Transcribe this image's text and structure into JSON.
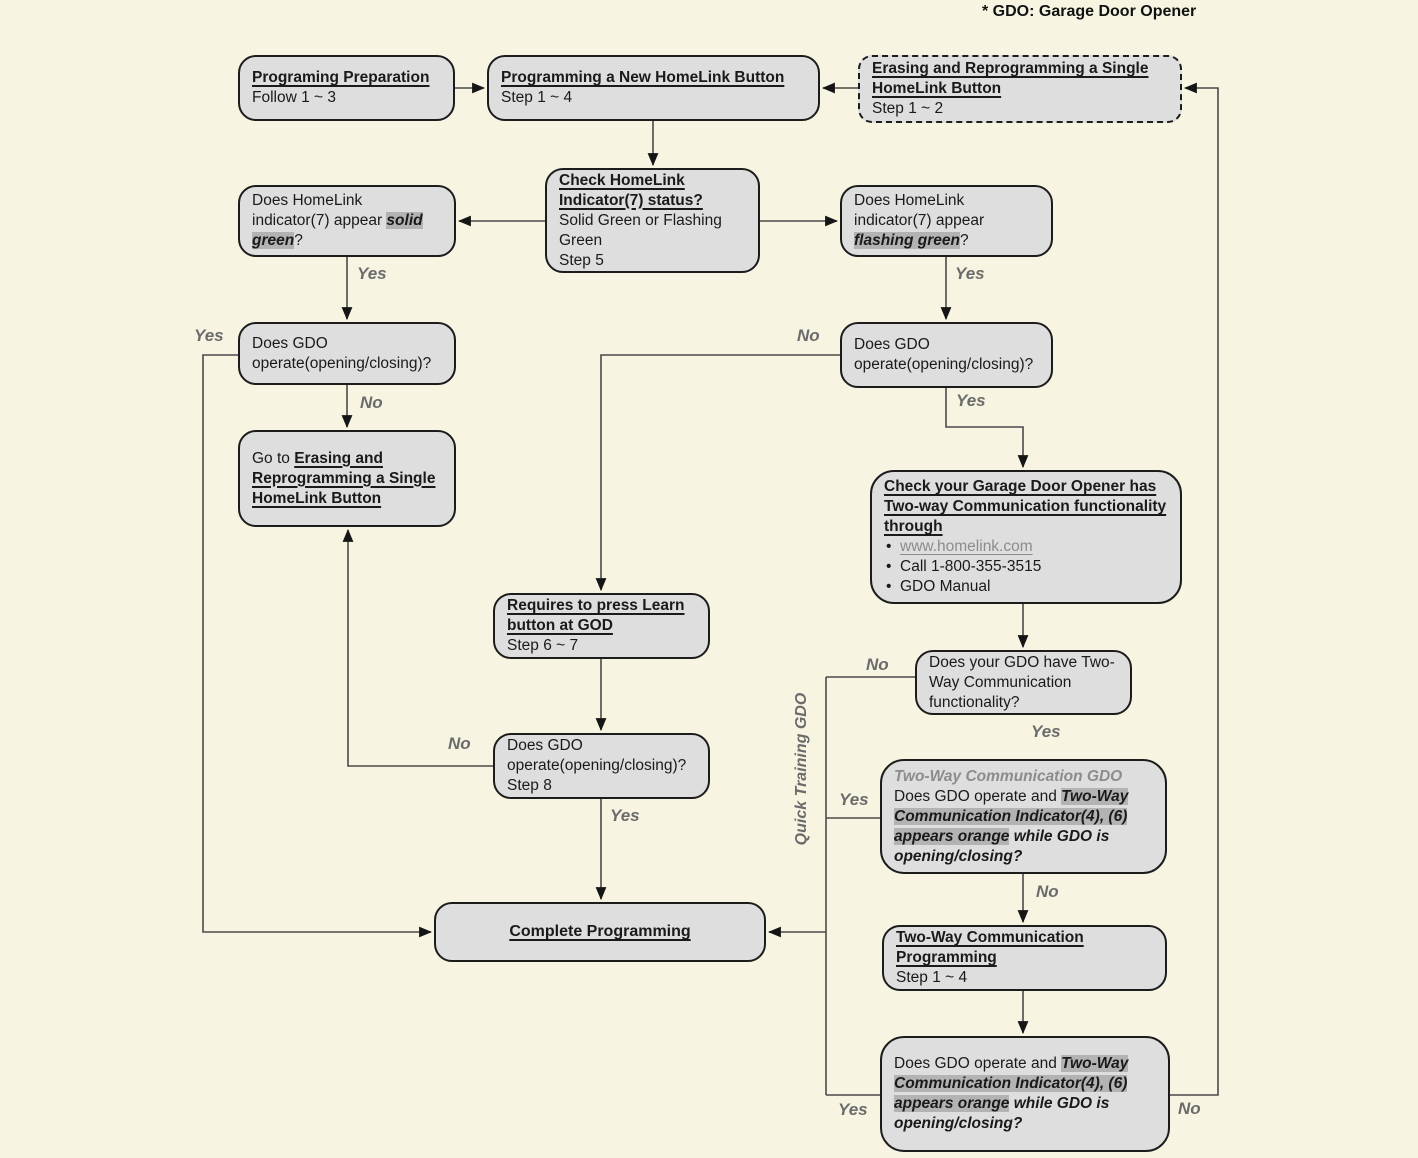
{
  "legend": "* GDO: Garage Door Opener",
  "colors": {
    "background": "#f7f5e2",
    "box_fill": "#dedede",
    "box_border": "#1c1c1c",
    "highlight": "#b3b3b3",
    "edge_label": "#6b6b6b",
    "gray_text": "#8c8c8c"
  },
  "labels": {
    "yes": "Yes",
    "no": "No"
  },
  "side_label": "Quick Training GDO",
  "boxes": {
    "prep": {
      "title": "Programing Preparation",
      "subtitle": "Follow 1 ~ 3"
    },
    "new_button": {
      "title": "Programming a New HomeLink Button",
      "subtitle": "Step 1 ~ 4"
    },
    "erase": {
      "title": "Erasing and Reprogramming a Single HomeLink Button",
      "subtitle": "Step 1 ~ 2"
    },
    "check_indicator": {
      "title": "Check HomeLink Indicator(7) status?",
      "line2": "Solid Green or Flashing Green",
      "line3": "Step 5"
    },
    "solid_green": {
      "pre": "Does HomeLink indicator(7) appear ",
      "highlight": "solid green",
      "post": "?"
    },
    "flashing_green": {
      "pre": "Does HomeLink indicator(7) appear ",
      "highlight": "flashing green",
      "post": "?"
    },
    "gdo_operate_left": {
      "text": "Does GDO operate(opening/closing)?"
    },
    "gdo_operate_right": {
      "text": "Does GDO operate(opening/closing)?"
    },
    "go_to_erase": {
      "pre": "Go to ",
      "link_text": "Erasing and Reprogramming a Single HomeLink Button"
    },
    "check_two_way": {
      "title": "Check your Garage Door Opener has Two-way Communication functionality through",
      "bullets": [
        "www.homelink.com",
        "Call 1-800-355-3515",
        "GDO Manual"
      ]
    },
    "requires_learn": {
      "title": "Requires to press Learn button at GOD",
      "subtitle": "Step 6 ~ 7"
    },
    "have_two_way": {
      "text": "Does your GDO have Two-Way Communication functionality?"
    },
    "two_way_gdo": {
      "heading": "Two-Way Communication GDO",
      "pre": "Does GDO operate and ",
      "highlight": "Two-Way Communication Indicator(4), (6) appears orange",
      "post": " while GDO is opening/closing?"
    },
    "complete": {
      "title": "Complete Programming"
    },
    "two_way_prog": {
      "title": "Two-Way Communication Programming",
      "subtitle": "Step 1 ~ 4"
    },
    "final_check": {
      "pre": "Does GDO operate and ",
      "highlight": "Two-Way Communication Indicator(4), (6) appears orange",
      "post": " while GDO is opening/closing?"
    }
  }
}
